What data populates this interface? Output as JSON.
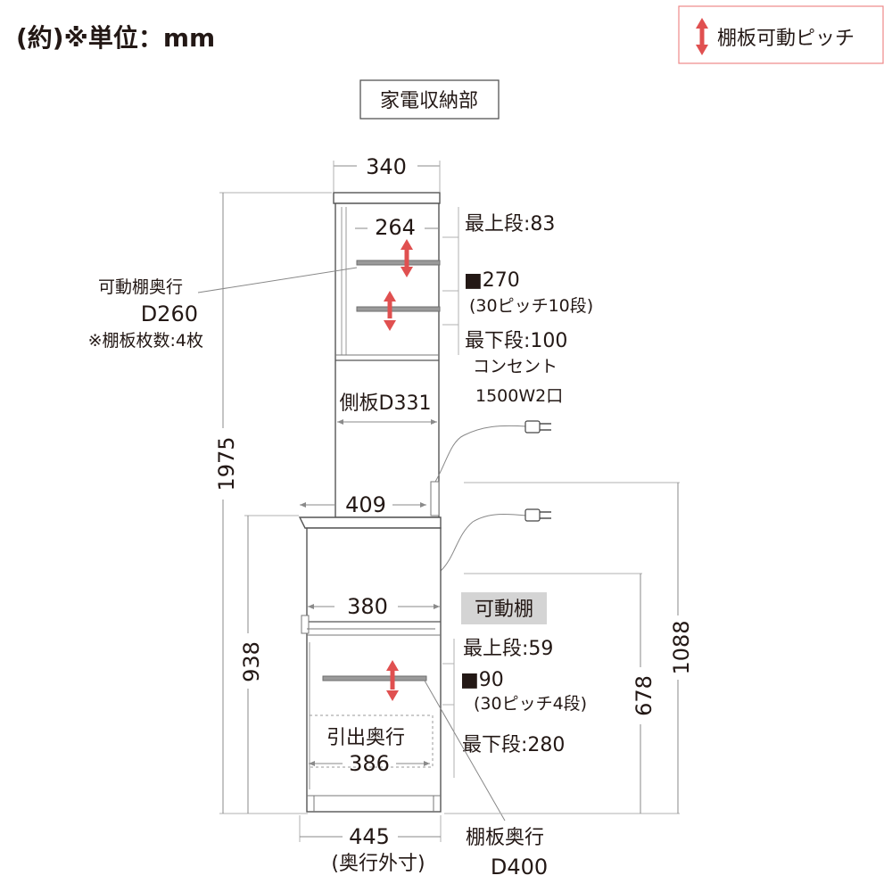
{
  "header": {
    "unit_note": "(約)※単位：mm",
    "legend_label": "棚板可動ピッチ",
    "legend_color": "#e05050"
  },
  "upper": {
    "section_label": "家電収納部",
    "top_width": "340",
    "inner_width": "264",
    "shelf_depth_title": "可動棚奥行",
    "shelf_depth_value": "D260",
    "shelf_count": "※棚板枚数:4枚",
    "top_pos": "最上段:83",
    "pitch_range": "■270",
    "pitch_note": "(30ピッチ10段)",
    "bottom_pos": "最下段:100",
    "outlet_label": "コンセント",
    "outlet_spec": "1500W2口",
    "side_panel": "側板D331",
    "counter_depth": "409"
  },
  "lower": {
    "movable_badge": "可動棚",
    "inner_width": "380",
    "top_pos": "最上段:59",
    "pitch_range": "■90",
    "pitch_note": "(30ピッチ4段)",
    "bottom_pos": "最下段:280",
    "drawer_title": "引出奥行",
    "drawer_value": "386",
    "outer_depth": "445",
    "outer_depth_note": "(奥行外寸)",
    "shelf_depth_title": "棚板奥行",
    "shelf_depth_value": "D400"
  },
  "heights": {
    "total": "1975",
    "lower": "938",
    "right_outer": "1088",
    "right_inner": "678"
  }
}
